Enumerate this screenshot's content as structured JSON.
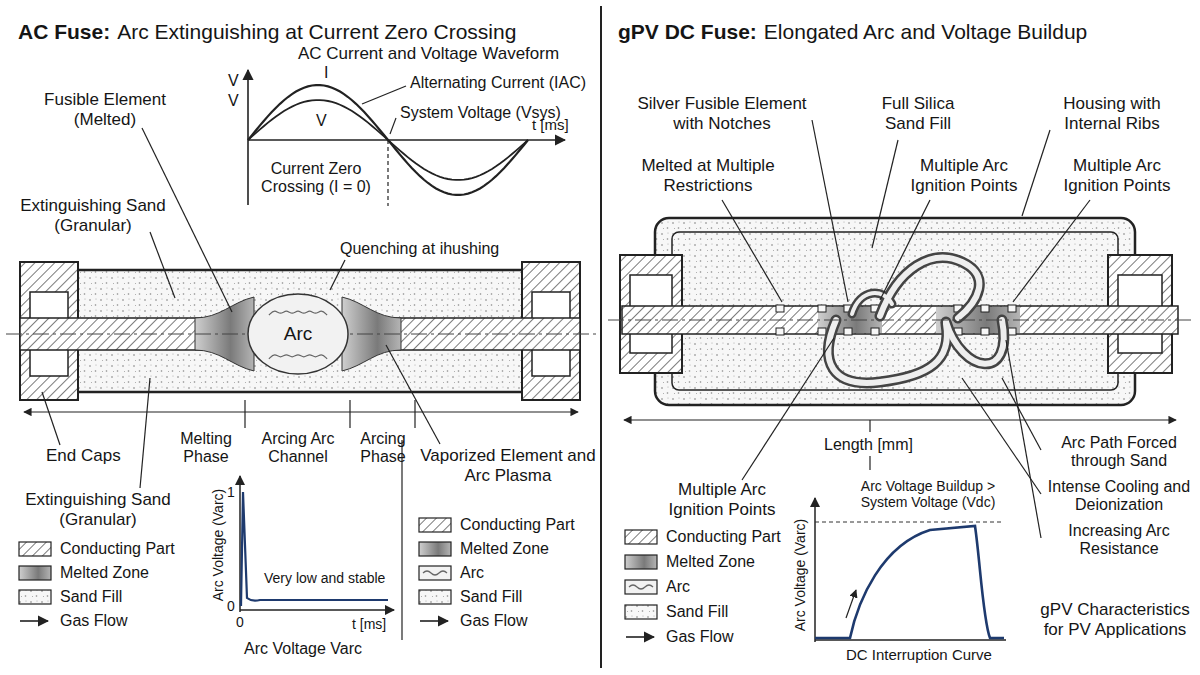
{
  "diagram": {
    "nodes": [
      {
        "text": [
          "Arc"
        ]
      }
    ],
    "labels": [
      "AC Fuse:",
      "Arc Extinguishing at Current Zero Crossing",
      "AC Current and Voltage Waveform",
      "V",
      "V",
      "I",
      "Alternating Current (IAC)",
      "V",
      "System Voltage (Vsys)",
      "t [ms]",
      "Current Zero Crossing (I = 0)",
      "Fusible Element (Melted)",
      "Extinguishing Sand (Granular)",
      "Quenching at ihushing",
      "End Caps",
      "Melting Phase",
      "Arcing Arc Channel",
      "Arcing Phase",
      "Vaporized Element and Arc Plasma",
      "Extinguishing Sand (Granular)",
      "1",
      "0",
      "0",
      "Arc Voltage (Varc)",
      "Very low and stable",
      "t [ms]",
      "Arc Voltage Varc",
      "gPV DC Fuse:",
      "Elongated Arc and Voltage Buildup",
      "Silver Fusible Element with Notches",
      "Full Silica Sand Fill",
      "Housing with Internal Ribs",
      "Melted at Multiple Restrictions",
      "Multiple Arc Ignition Points",
      "Multiple Arc Ignition Points",
      "Length [mm]",
      "Arc Path Forced through Sand",
      "Multiple Arc Ignition Points",
      "Intense Cooling and Deionization",
      "Increasing Arc Resistance",
      "Arc Voltage Buildup > System Voltage (Vdc)",
      "Arc Voltage (Varc)",
      "DC Interruption Curve",
      "gPV Characteristics for PV Applications"
    ],
    "legend": [
      {
        "text": "Conducting Part"
      },
      {
        "text": "Melted Zone"
      },
      {
        "text": "Sand Fill"
      },
      {
        "text": "Gas Flow"
      },
      {
        "text": "Conducting Part"
      },
      {
        "text": "Melted Zone"
      },
      {
        "text": "Arc"
      },
      {
        "text": "Sand Fill"
      },
      {
        "text": "Gas Flow"
      },
      {
        "text": "Conducting Part"
      },
      {
        "text": "Melted Zone"
      },
      {
        "text": "Arc"
      },
      {
        "text": "Sand Fill"
      },
      {
        "text": "Gas Flow"
      }
    ]
  }
}
